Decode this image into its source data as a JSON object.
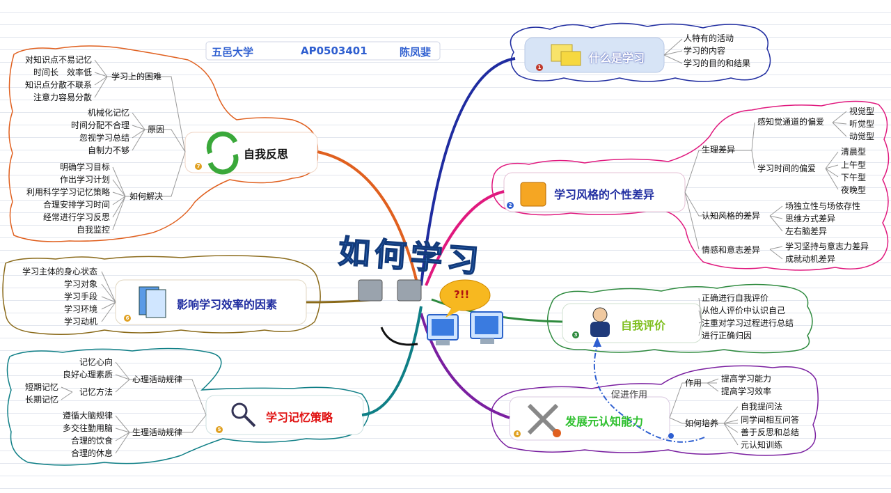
{
  "header": {
    "school": "五邑大学",
    "id": "AP0503401",
    "name": "陈凤婓"
  },
  "center": {
    "title": "如何学习",
    "bubble": "?!!"
  },
  "topics": {
    "t1": {
      "num": "1",
      "title": "什么是学习",
      "items": [
        "人特有的活动",
        "学习的内容",
        "学习的目的和结果"
      ]
    },
    "t2": {
      "num": "2",
      "title": "学习风格的个性差异",
      "physio": "生理差异",
      "perception": "感知觉通道的偏爱",
      "perception_items": [
        "视觉型",
        "听觉型",
        "动觉型"
      ],
      "time": "学习时间的偏爱",
      "time_items": [
        "清晨型",
        "上午型",
        "下午型",
        "夜晚型"
      ],
      "cognitive": "认知风格的差异",
      "cognitive_items": [
        "场独立性与场依存性",
        "思维方式差异",
        "左右脑差异"
      ],
      "emotion": "情感和意志差异",
      "emotion_items": [
        "学习坚持与意志力差异",
        "成就动机差异"
      ]
    },
    "t3": {
      "num": "3",
      "title": "自我评价",
      "items": [
        "正确进行自我评价",
        "从他人评价中认识自己",
        "注重对学习过程进行总结",
        "进行正确归因"
      ]
    },
    "t4": {
      "num": "4",
      "title": "发展元认知能力",
      "use": "作用",
      "use_items": [
        "提高学习能力",
        "提高学习效率"
      ],
      "cultivate": "如何培养",
      "cultivate_items": [
        "自我提问法",
        "同学间相互问答",
        "善于反思和总结",
        "元认知训练"
      ],
      "link": "促进作用"
    },
    "t5": {
      "num": "5",
      "title": "学习记忆策略",
      "psych": "心理活动规律",
      "psych_items": [
        "记忆心向",
        "良好心理素质"
      ],
      "method": "记忆方法",
      "method_items": [
        "短期记忆",
        "长期记忆"
      ],
      "physio": "生理活动规律",
      "physio_items": [
        "遵循大脑规律",
        "多交往勤用脑",
        "合理的饮食",
        "合理的休息"
      ]
    },
    "t6": {
      "num": "6",
      "title": "影响学习效率的因素",
      "items": [
        "学习主体的身心状态",
        "学习对象",
        "学习手段",
        "学习环境",
        "学习动机"
      ]
    },
    "t7": {
      "num": "7",
      "title": "自我反思",
      "difficulty": "学习上的困难",
      "difficulty_items": [
        "对知识点不易记忆",
        "时间长　效率低",
        "知识点分散不联系",
        "注意力容易分散"
      ],
      "reason": "原因",
      "reason_items": [
        "机械化记忆",
        "时间分配不合理",
        "忽视学习总结",
        "自制力不够"
      ],
      "solve": "如何解决",
      "solve_items": [
        "明确学习目标",
        "作出学习计划",
        "利用科学学习记忆策略",
        "合理安排学习时间",
        "经常进行学习反思",
        "自我监控"
      ]
    }
  },
  "colors": {
    "t1": "#1f2ca0",
    "t2": "#e0197e",
    "t3": "#2e8a3e",
    "t4": "#7a1fa0",
    "t5": "#0f7f86",
    "t6": "#8a6a1a",
    "t7": "#e0601f"
  }
}
